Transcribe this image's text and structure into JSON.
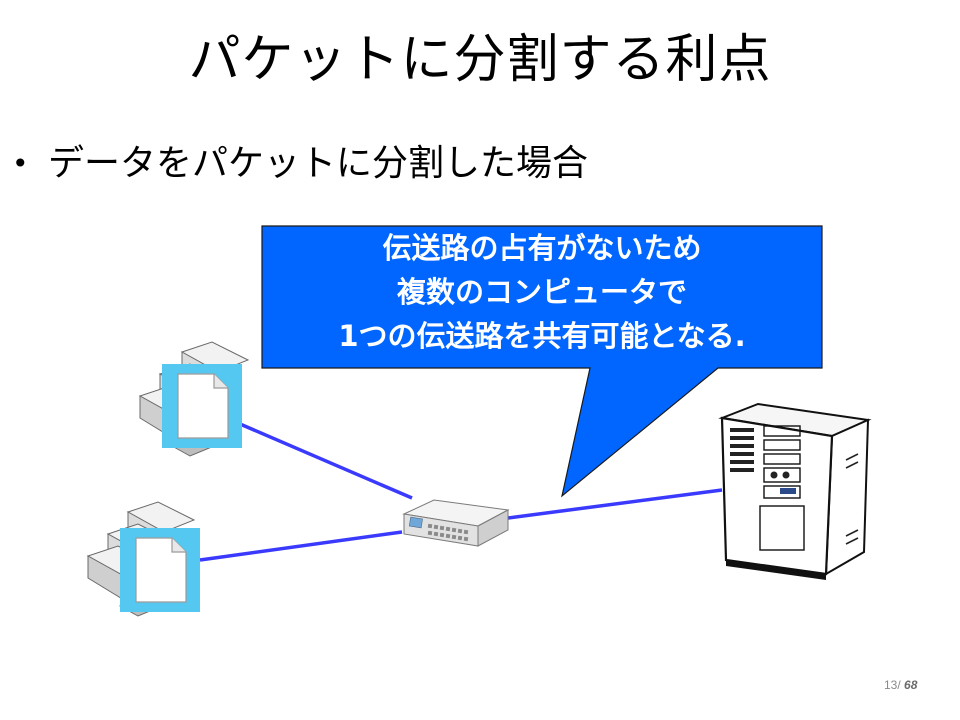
{
  "slide": {
    "title": "パケットに分割する利点",
    "bullet": "データをパケットに分割した場合"
  },
  "callout": {
    "lines": [
      "伝送路の占有がないため",
      "複数のコンピュータで",
      "1つの伝送路を共有可能となる."
    ],
    "fill_color": "#0066ff",
    "text_color": "#ffffff"
  },
  "diagram": {
    "nodes": [
      {
        "name": "client-computer-top",
        "icon": "computer-icon",
        "carries": "document-icon"
      },
      {
        "name": "client-computer-bottom",
        "icon": "computer-icon",
        "carries": "document-icon"
      },
      {
        "name": "network-switch",
        "icon": "switch-hub-icon"
      },
      {
        "name": "server",
        "icon": "server-tower-icon"
      }
    ],
    "links": [
      {
        "from": "client-computer-top",
        "to": "network-switch"
      },
      {
        "from": "client-computer-bottom",
        "to": "network-switch"
      },
      {
        "from": "network-switch",
        "to": "server"
      }
    ],
    "link_color": "#3a3aff",
    "document_tile_color": "#55c8f2"
  },
  "footer": {
    "page": "13",
    "separator": "/",
    "total": "68"
  }
}
